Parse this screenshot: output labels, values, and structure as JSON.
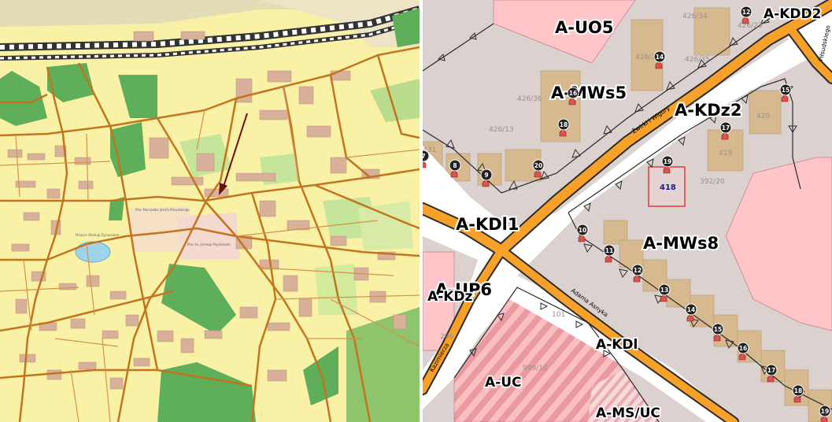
{
  "left_map": {
    "labels": {
      "park_a": "Plac Marszałka Józefa Piłsudskiego",
      "park_b": "Plac ks. Jerzego Popiełuszki",
      "pond": "Miejsce Obsługi Zgrupowań"
    },
    "marker": "location-arrow"
  },
  "right_map": {
    "zones": {
      "uo5": "A-UO5",
      "kdd2": "A-KDD2",
      "mws5": "A-MWs5",
      "kdz2": "A-KDz2",
      "kdl1": "A-KDl1",
      "mws8": "A-MWs8",
      "up6": "A-UP6",
      "kdz": "A-KDz",
      "kdl": "A-KDl",
      "uc": "A-UC",
      "ms_uc": "A-MS/UC"
    },
    "streets": {
      "wigury": "Żwirki i Wigury",
      "asnyka": "Adama Asnyka",
      "kopernika": "Kazimierza",
      "pilsudski": "Piłsudskiego"
    },
    "parcels": {
      "p426_34": "426/34",
      "p426_35": "426/35",
      "p426_36": "426/36",
      "p426_13": "426/13",
      "p426_23": "426/23",
      "p426_25": "426/25",
      "p419": "419",
      "p420": "420",
      "p392_20": "392/20",
      "p949_10": "949/10",
      "p101": "101",
      "p296": "296",
      "p431": "431"
    },
    "selected_parcel": "418",
    "building_numbers": {
      "b7": "7",
      "b8": "8",
      "b9": "9",
      "b10": "10",
      "b11": "11",
      "b12": "12",
      "b12b": "12",
      "b13": "13",
      "b14": "14",
      "b14b": "14",
      "b15": "15",
      "b15b": "15",
      "b16": "16",
      "b16b": "16",
      "b17": "17",
      "b17b": "17",
      "b18": "18",
      "b18b": "18",
      "b19": "19",
      "b19b": "19",
      "b20": "20"
    }
  },
  "colors": {
    "road_major": "#f7a12b",
    "residential_zone": "#ffc5c8",
    "building": "#d8b890",
    "selected_outline": "#e53935"
  }
}
